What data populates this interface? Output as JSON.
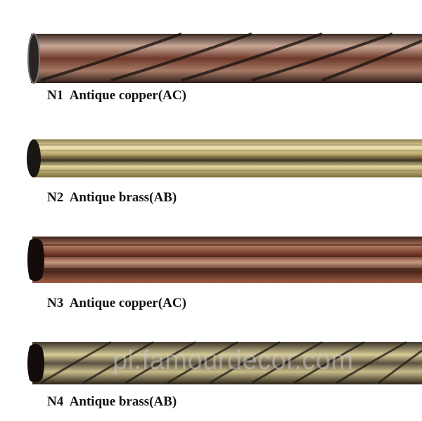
{
  "products": [
    {
      "code": "N1",
      "name": "Antique copper(AC)",
      "finish_color": "#7a4a3a",
      "pattern": "twisted"
    },
    {
      "code": "N2",
      "name": "Antique brass(AB)",
      "finish_color": "#d8c98a",
      "pattern": "fluted"
    },
    {
      "code": "N3",
      "name": "Antique copper(AC)",
      "finish_color": "#8a4a36",
      "pattern": "fluted"
    },
    {
      "code": "N4",
      "name": "Antique brass(AB)",
      "finish_color": "#a89a6a",
      "pattern": "twisted-ribbed"
    }
  ],
  "watermark": "pl.famourdecor.com"
}
